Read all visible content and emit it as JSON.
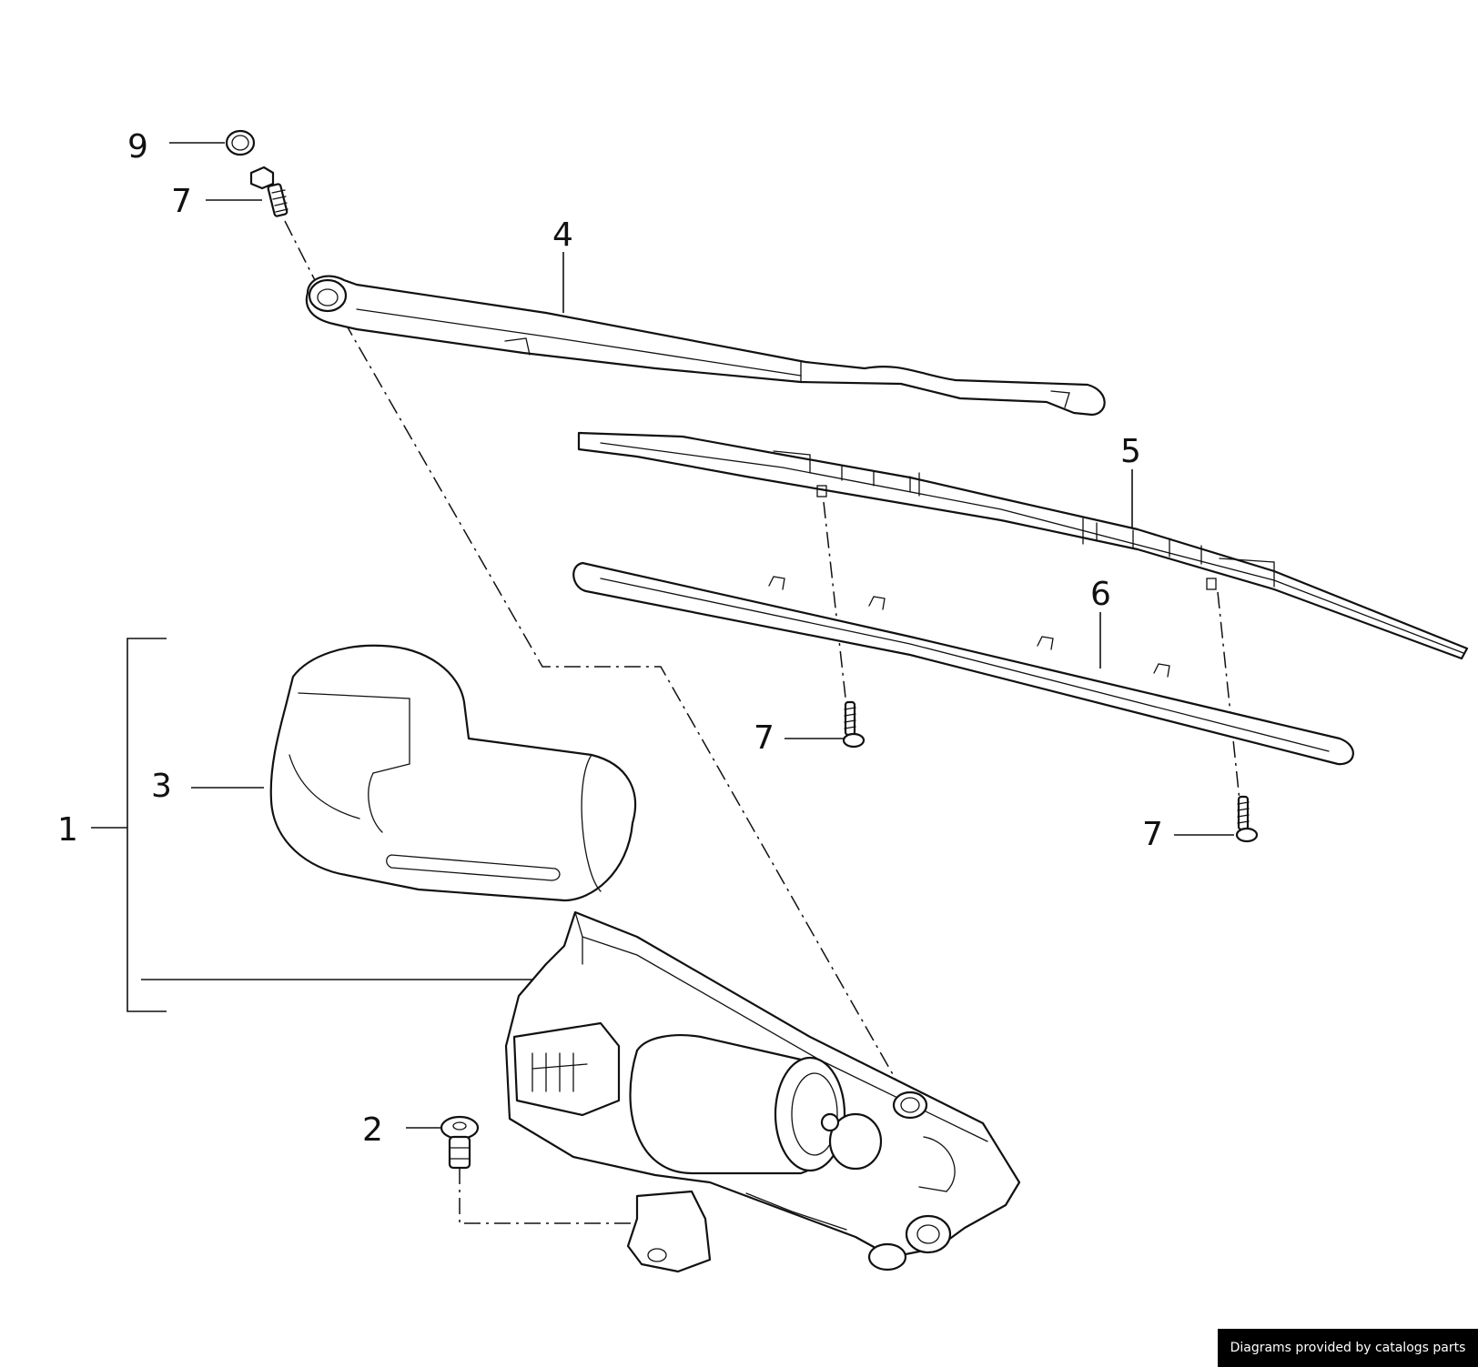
{
  "diagram": {
    "callouts": {
      "c1": "1",
      "c2": "2",
      "c3": "3",
      "c4": "4",
      "c5": "5",
      "c6": "6",
      "c7a": "7",
      "c7b": "7",
      "c7c": "7",
      "c9": "9"
    },
    "parts": {
      "motor_assembly": "1",
      "mounting_bolt": "2",
      "motor_cover": "3",
      "wiper_arm": "4",
      "wiper_blade": "5",
      "deflector_spoiler": "6",
      "screw": "7",
      "washer_cap": "9"
    }
  },
  "footer": {
    "credit": "Diagrams provided by catalogs parts"
  }
}
